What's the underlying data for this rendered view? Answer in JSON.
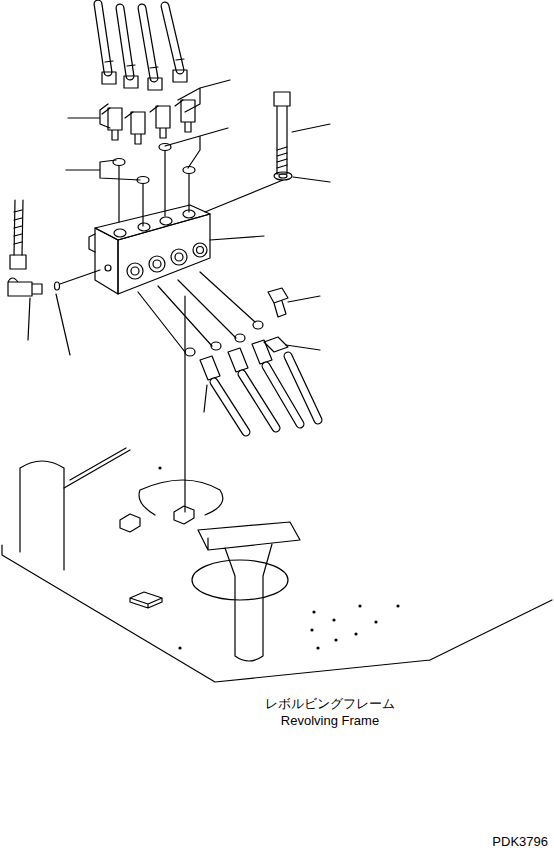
{
  "diagram": {
    "labels": [
      "レボルビングフレーム",
      "Revolving Frame",
      "PDK3796"
    ]
  }
}
